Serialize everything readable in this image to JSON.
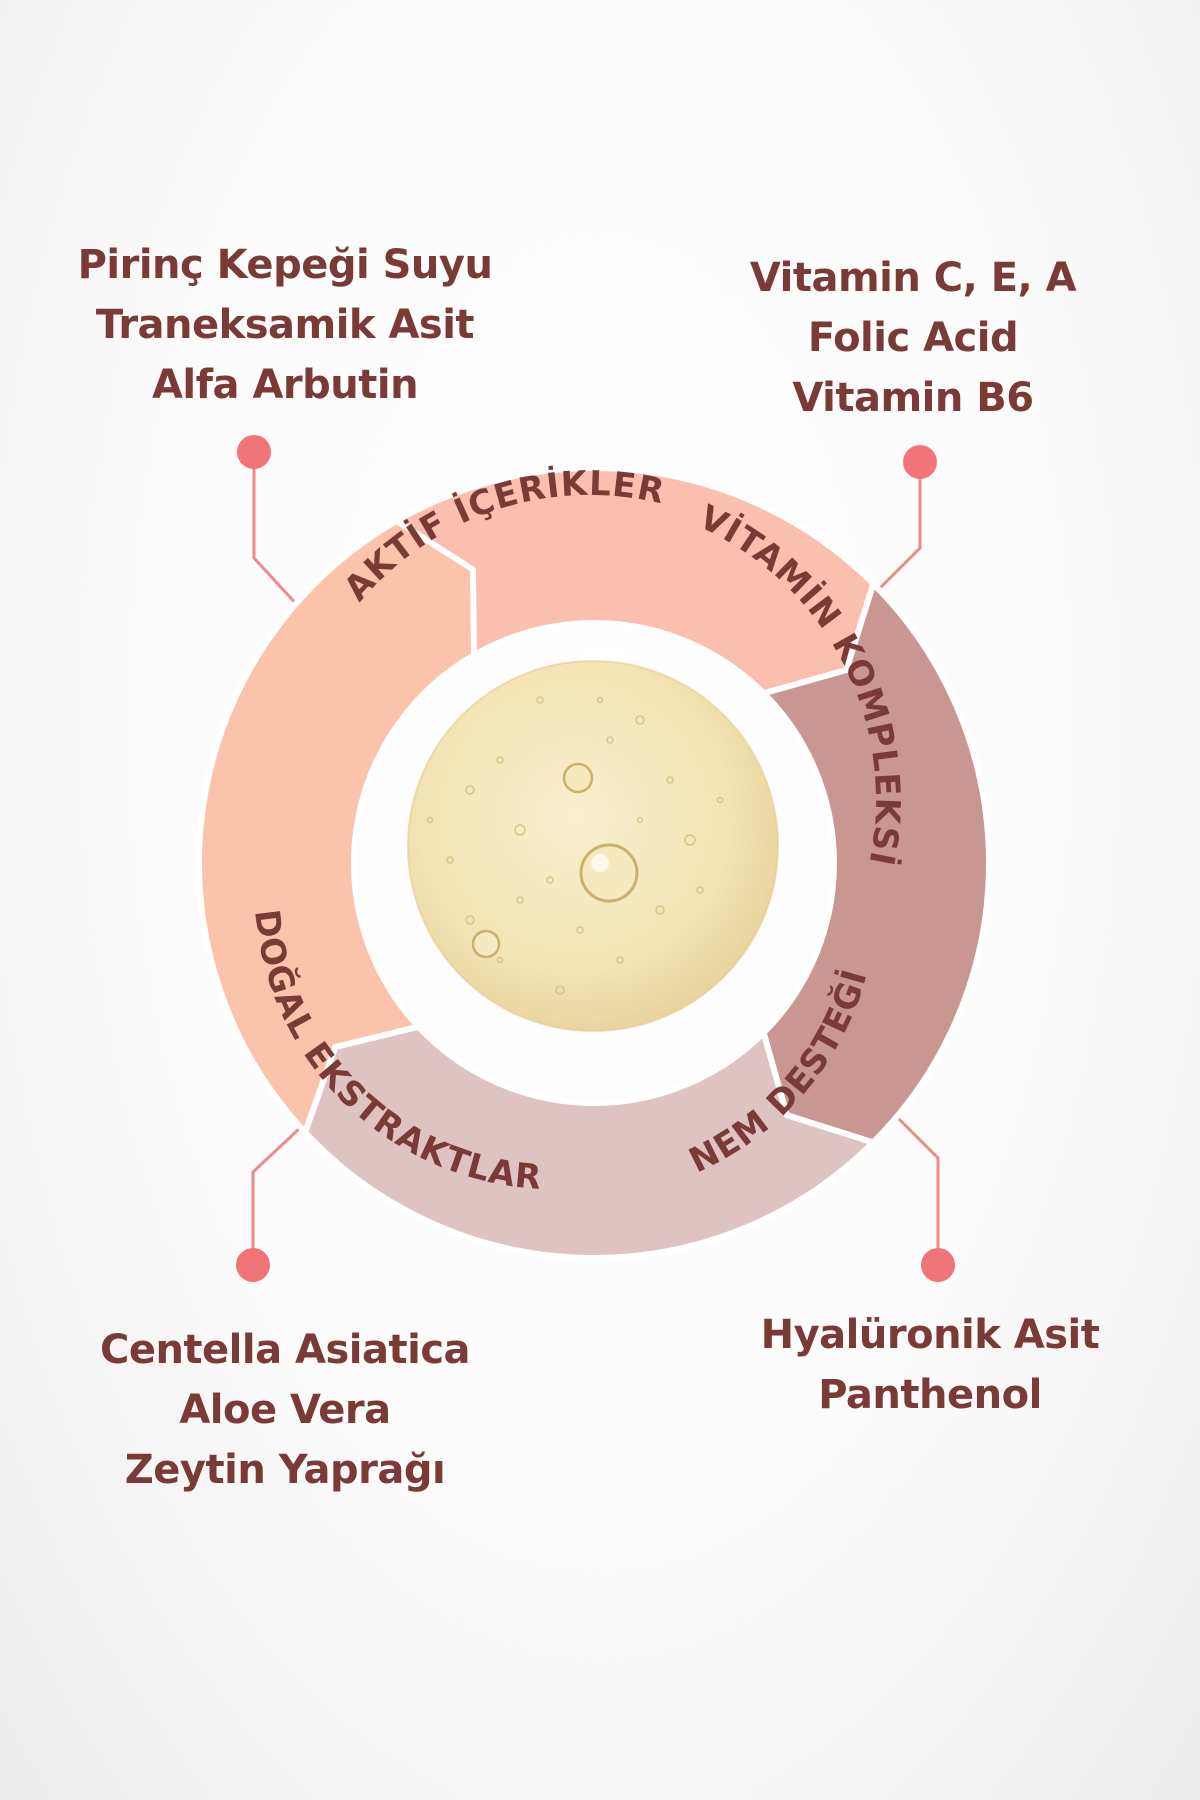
{
  "segments": [
    {
      "label": "AKTİF İÇERİKLER",
      "color": "#fbc3ab"
    },
    {
      "label": "VİTAMİN KOMPLEKSİ",
      "color": "#fbbfb0"
    },
    {
      "label": "NEM DESTEĞİ",
      "color": "#c89791"
    },
    {
      "label": "DOĞAL EKSTRAKTLAR",
      "color": "#dfc3c3"
    }
  ],
  "ingredients": {
    "top_left": [
      "Pirinç Kepeği Suyu",
      "Traneksamik Asit",
      "Alfa Arbutin"
    ],
    "top_right": [
      "Vitamin C, E, A",
      "Folic Acid",
      "Vitamin B6"
    ],
    "bottom_left": [
      "Centella Asiatica",
      "Aloe Vera",
      "Zeytin Yaprağı"
    ],
    "bottom_right": [
      "Hyalüronik Asit",
      "Panthenol"
    ]
  },
  "colors": {
    "text": "#7a3a35",
    "connector": "#f08a8a",
    "dot": "#f07478",
    "serum": "#f3e4b4"
  }
}
